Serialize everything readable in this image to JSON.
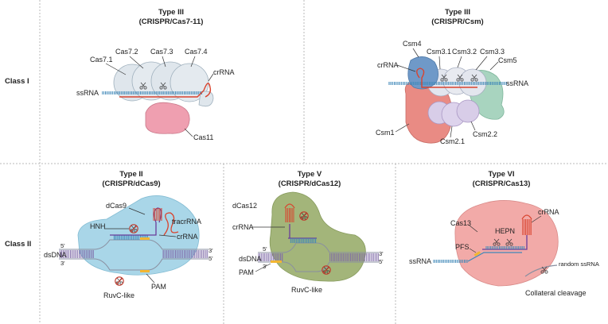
{
  "rows": {
    "class1": "Class I",
    "class2": "Class II"
  },
  "panels": {
    "t3a": {
      "type": "Type III",
      "system": "(CRISPR/Cas7-11)",
      "labels": {
        "cas7_1": "Cas7.1",
        "cas7_2": "Cas7.2",
        "cas7_3": "Cas7.3",
        "cas7_4": "Cas7.4",
        "crrna": "crRNA",
        "ssrna": "ssRNA",
        "cas11": "Cas11"
      }
    },
    "t3b": {
      "type": "Type III",
      "system": "(CRISPR/Csm)",
      "labels": {
        "csm4": "Csm4",
        "csm3_1": "Csm3.1",
        "csm3_2": "Csm3.2",
        "csm3_3": "Csm3.3",
        "csm5": "Csm5",
        "crrna": "crRNA",
        "ssrna": "ssRNA",
        "csm1": "Csm1",
        "csm2_1": "Csm2.1",
        "csm2_2": "Csm2.2"
      }
    },
    "t2": {
      "type": "Type II",
      "system": "(CRISPR/dCas9)",
      "labels": {
        "dcas9": "dCas9",
        "tracrrna": "tracrRNA",
        "hnh": "HNH",
        "crrna": "crRNA",
        "dsdna": "dsDNA",
        "pam": "PAM",
        "ruvc": "RuvC-like",
        "end5a": "5'",
        "end3a": "3'",
        "end3b": "3'",
        "end5b": "5'"
      }
    },
    "t5": {
      "type": "Type V",
      "system": "(CRISPR/dCas12)",
      "labels": {
        "dcas12": "dCas12",
        "crrna": "crRNA",
        "dsdna": "dsDNA",
        "pam": "PAM",
        "ruvc": "RuvC-like",
        "end5a": "5'",
        "end3a": "3'",
        "end3b": "3'",
        "end5b": "5'"
      }
    },
    "t6": {
      "type": "Type VI",
      "system": "(CRISPR/Cas13)",
      "labels": {
        "cas13": "Cas13",
        "hepn": "HEPN",
        "crrna": "crRNA",
        "pfs": "PFS",
        "ssrna": "ssRNA",
        "random": "random ssRNA",
        "collateral": "Collateral cleavage"
      }
    }
  },
  "colors": {
    "strand_blue": "#3f88b8",
    "crrna_red": "#d9432e",
    "cas7_grey": "#dfe6ec",
    "cas11_pink": "#ef9fb0",
    "csm1_red": "#e98b84",
    "csm4_blue": "#6f99c8",
    "csm5_green": "#a8d4bf",
    "csm2_purple": "#d8cde8",
    "dcas9_blue": "#a9d6e8",
    "dcas12_green": "#a3b57a",
    "cas13_pink": "#f2aaa8",
    "guide_purple": "#6a3d9a",
    "pam_yellow": "#f2b632"
  }
}
